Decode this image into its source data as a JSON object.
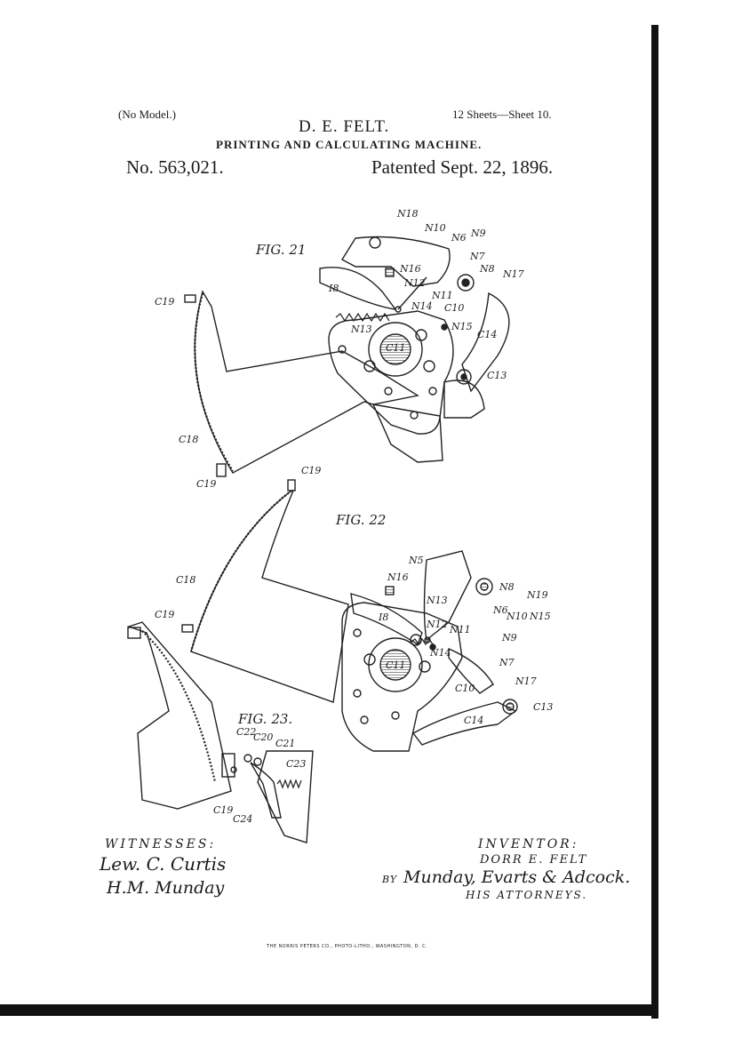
{
  "header": {
    "model": "(No Model.)",
    "sheets": "12 Sheets—Sheet 10.",
    "inventor": "D. E. FELT.",
    "title": "PRINTING AND CALCULATING MACHINE.",
    "patent_number": "No. 563,021.",
    "patent_date": "Patented Sept. 22, 1896."
  },
  "figures": {
    "fig21": {
      "label": "FIG. 21",
      "parts": [
        "N18",
        "N10",
        "N6",
        "N9",
        "N7",
        "N8",
        "N17",
        "N16",
        "N12",
        "N11",
        "I8",
        "N14",
        "C10",
        "C19",
        "N13",
        "N15",
        "C11",
        "C14",
        "C13",
        "C18",
        "C19"
      ]
    },
    "fig22": {
      "label": "FIG. 22",
      "parts": [
        "C19",
        "N5",
        "N16",
        "N8",
        "N13",
        "N6",
        "N19",
        "I8",
        "N12",
        "N10",
        "N15",
        "N11",
        "N9",
        "N14",
        "C11",
        "N7",
        "N17",
        "C10",
        "C13",
        "C14",
        "C18",
        "C19"
      ]
    },
    "fig23": {
      "label": "FIG. 23.",
      "parts": [
        "C22",
        "C20",
        "C21",
        "C23",
        "C19",
        "C24"
      ]
    }
  },
  "signatures": {
    "witnesses_label": "WITNESSES:",
    "witness1": "Lew. C. Curtis",
    "witness2": "H.M. Munday",
    "inventor_label": "INVENTOR:",
    "inventor_name": "DORR E. FELT",
    "by": "BY",
    "attorneys": "Munday, Evarts & Adcock.",
    "attorneys_label": "HIS ATTORNEYS."
  },
  "printer": "THE NORRIS PETERS CO., PHOTO-LITHO., WASHINGTON, D. C."
}
